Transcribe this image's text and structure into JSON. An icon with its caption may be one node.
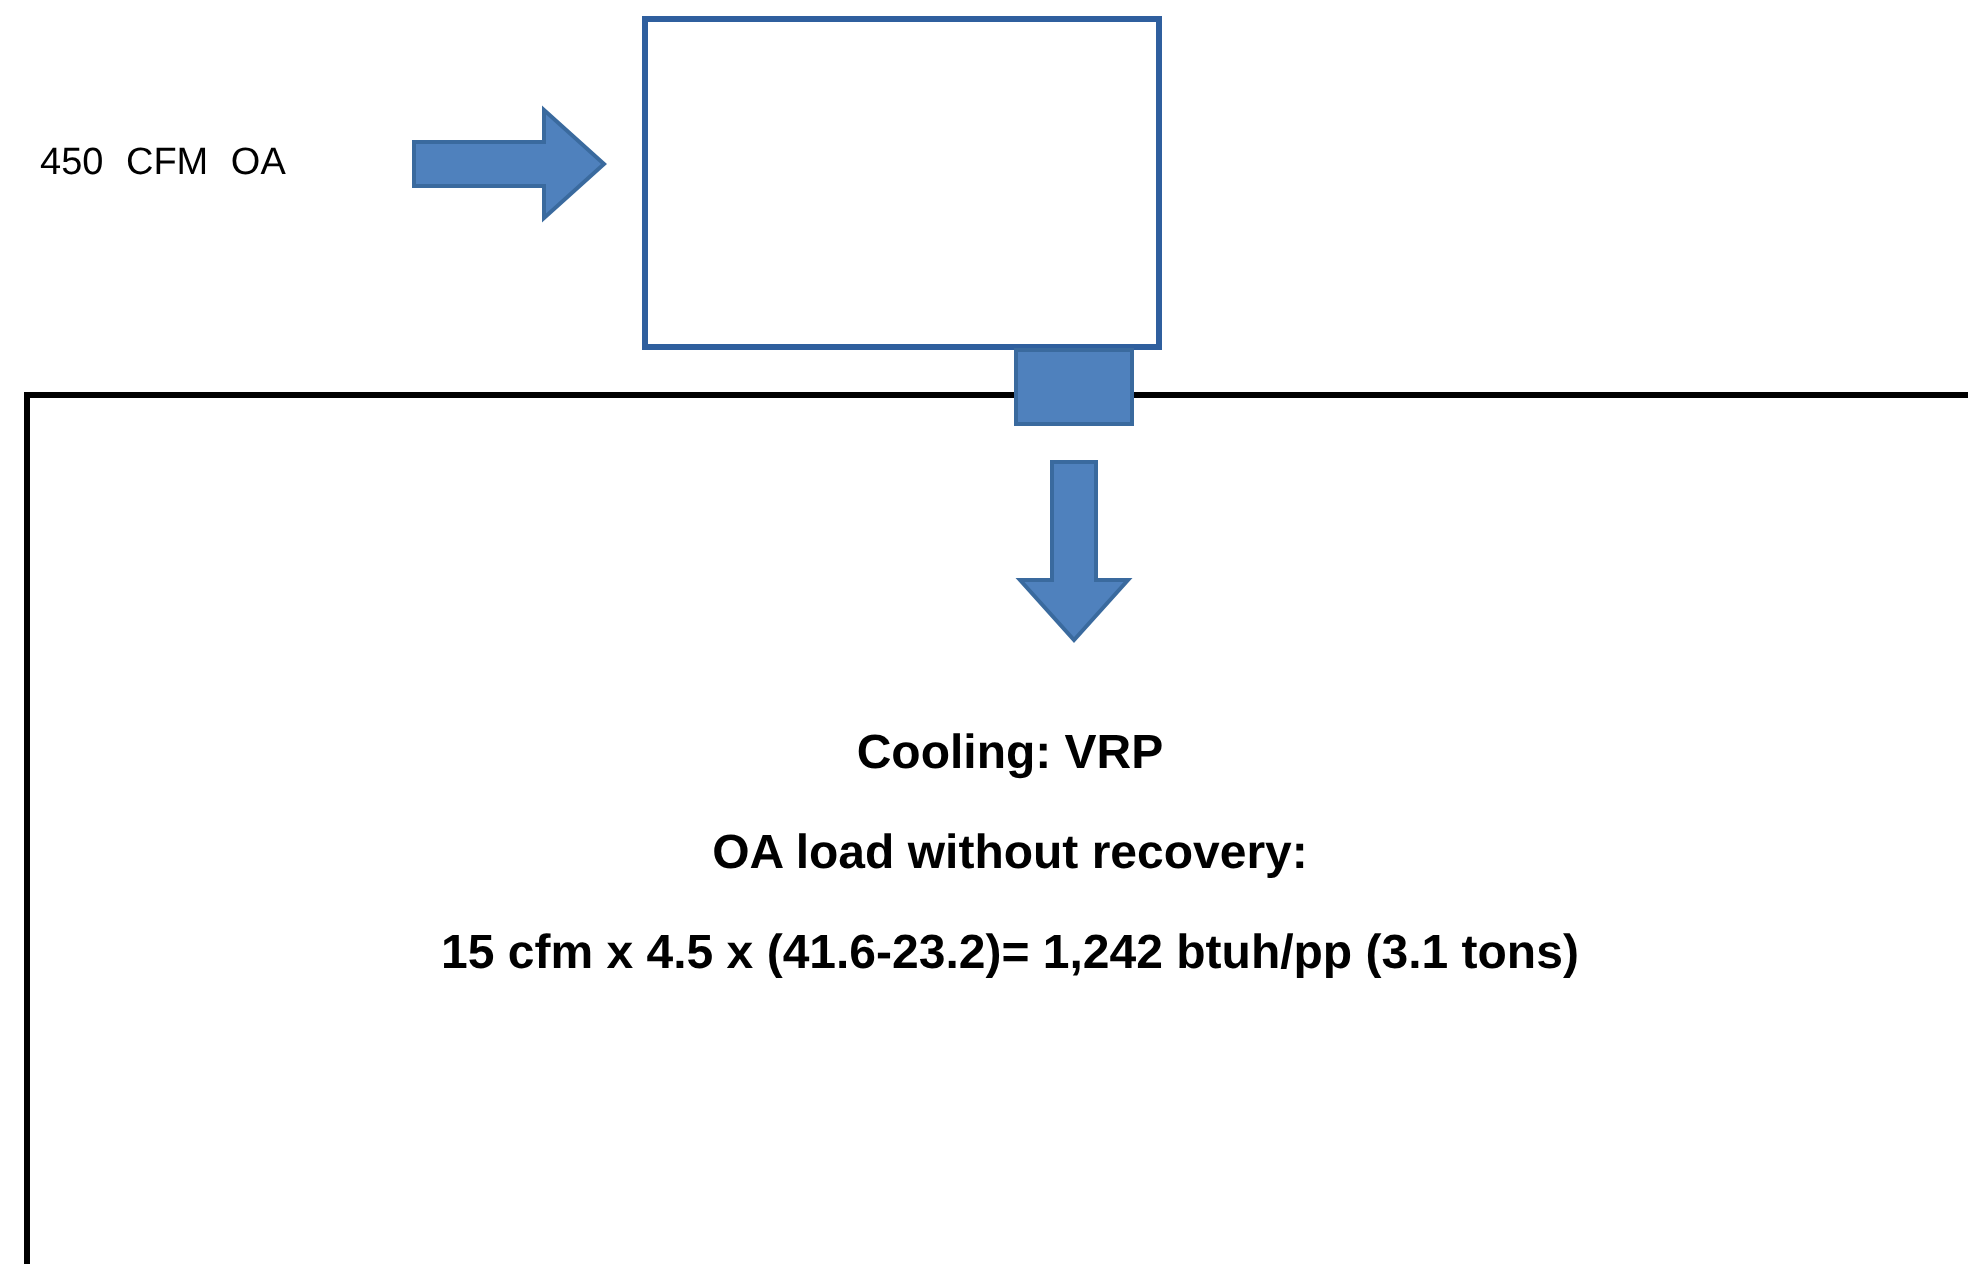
{
  "diagram": {
    "nodes": [
      {
        "text": [
          "450 CFM OA"
        ]
      },
      {
        "text": [],
        "shape": "box"
      },
      {
        "text": [],
        "shape": "box"
      },
      {
        "text": [
          "Cooling: VRP",
          "OA load without recovery:",
          "15 cfm x 4.5 x (41.6-23.2)= 1,242 btuh/pp (3.1 tons)"
        ]
      }
    ],
    "edges": [
      {
        "from": 0,
        "to": 1,
        "arrow": "to",
        "style": "thick"
      },
      {
        "from": 2,
        "to": null,
        "arrow": "to",
        "style": "thick"
      }
    ]
  }
}
